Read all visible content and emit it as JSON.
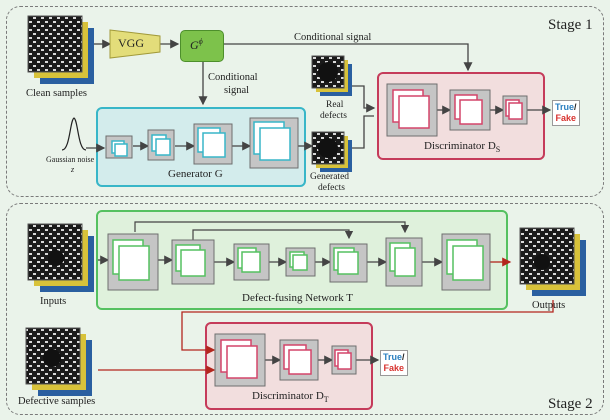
{
  "stage1": {
    "label": "Stage 1",
    "clean_samples": "Clean samples",
    "vgg": "VGG",
    "gphi": "G",
    "gphi_sup": "ϕ",
    "conditional_signal_top": "Conditional signal",
    "conditional_signal_side_1": "Conditional",
    "conditional_signal_side_2": "signal",
    "real_defects_1": "Real",
    "real_defects_2": "defects",
    "generated_defects_1": "Generated",
    "generated_defects_2": "defects",
    "gaussian_noise_1": "Gaussian noise",
    "gaussian_noise_2": "z",
    "generator": "Generator G",
    "discriminator": "Discriminator D",
    "discriminator_sub": "S",
    "true_label": "True",
    "fake_label": "Fake",
    "slash": "/"
  },
  "stage2": {
    "label": "Stage 2",
    "inputs": "Inputs",
    "outputs": "Outputs",
    "network": "Defect-fusing Network T",
    "defective_samples": "Defective samples",
    "discriminator": "Discriminator D",
    "discriminator_sub": "T",
    "true_label": "True",
    "fake_label": "Fake",
    "slash": "/"
  },
  "colors": {
    "generator": "#38b6c8",
    "discriminator": "#c53b5a",
    "network": "#55c160",
    "gphi": "#7dc24b",
    "vgg": "#e3dd7a",
    "true": "#2a7fc0",
    "fake": "#d8332f"
  }
}
